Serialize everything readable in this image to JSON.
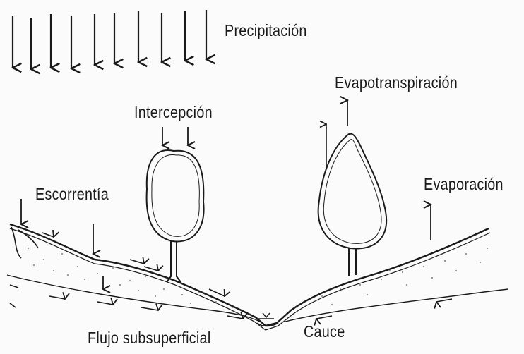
{
  "labels": {
    "precipitation": "Precipitación",
    "interception": "Intercepción",
    "evapotranspiration": "Evapotranspiración",
    "runoff": "Escorrentía",
    "evaporation": "Evaporación",
    "subsurface_flow": "Flujo subsuperficial",
    "channel": "Cauce"
  },
  "colors": {
    "ink": "#1a1a1a",
    "paper": "#fbfbfb"
  }
}
